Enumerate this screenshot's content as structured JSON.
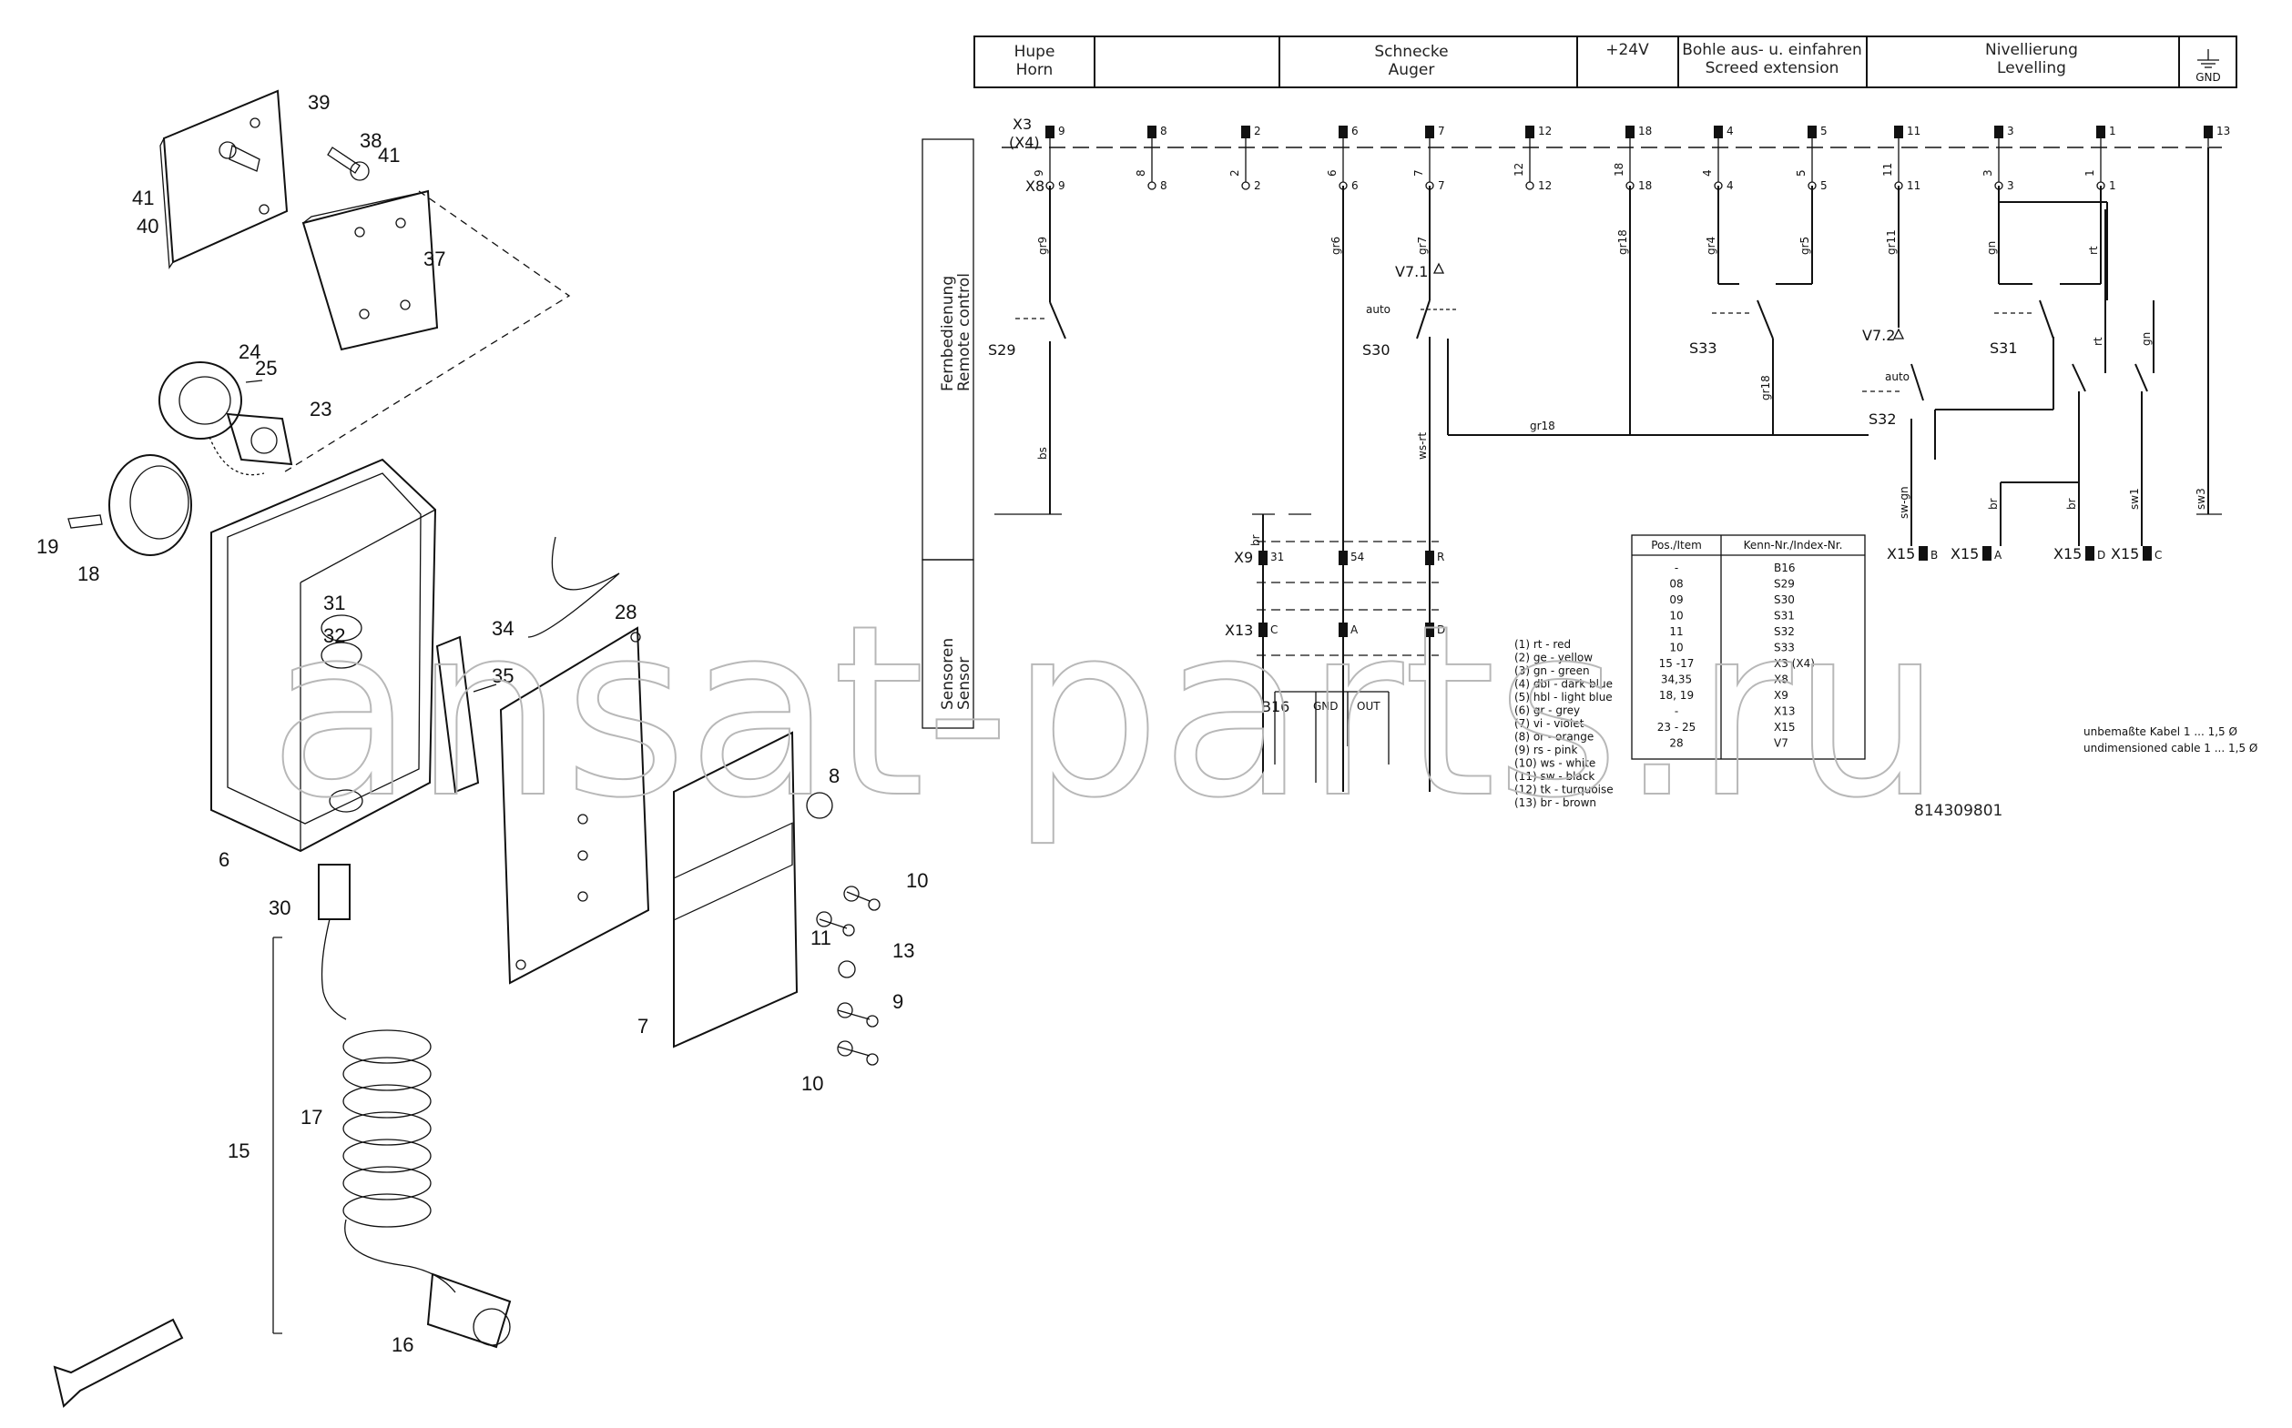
{
  "header": {
    "cells": [
      {
        "de": "Hupe",
        "en": "Horn"
      },
      {
        "de": "",
        "en": ""
      },
      {
        "de": "Schnecke",
        "en": "Auger"
      },
      {
        "de": "+24V",
        "en": ""
      },
      {
        "de": "Bohle aus- u. einfahren",
        "en": "Screed extension"
      },
      {
        "de": "Nivellierung",
        "en": "Levelling"
      },
      {
        "de": "",
        "en": "GND"
      }
    ]
  },
  "side_labels": {
    "remote": {
      "de": "Fernbedienung",
      "en": "Remote control"
    },
    "sensor": {
      "de": "Sensoren",
      "en": "Sensor"
    }
  },
  "connectors": {
    "x3": "X3",
    "x4": "(X4)",
    "x8": "X8",
    "x9": "X9",
    "x13": "X13",
    "x15": "X15",
    "x3_pins": [
      "9",
      "8",
      "2",
      "6",
      "7",
      "12",
      "18",
      "4",
      "5",
      "11",
      "3",
      "1",
      "13"
    ],
    "x8_pins": [
      "9",
      "8",
      "2",
      "6",
      "7",
      "12",
      "18",
      "4",
      "5",
      "11",
      "3",
      "1"
    ],
    "x9_pins": [
      "31",
      "54",
      "R"
    ],
    "x13_pins": [
      "C",
      "A",
      "D"
    ],
    "x15_pins": [
      "B",
      "A",
      "D",
      "C"
    ]
  },
  "components": {
    "s29": "S29",
    "s30": "S30",
    "s31": "S31",
    "s32": "S32",
    "s33": "S33",
    "v71": "V7.1",
    "v72": "V7.2",
    "b16": "B16",
    "auto": "auto",
    "gnd": "GND",
    "out": "OUT"
  },
  "wires": {
    "gr9": "gr9",
    "gr6": "gr6",
    "gr7": "gr7",
    "gr18": "gr18",
    "gr4": "gr4",
    "gr5": "gr5",
    "gr11": "gr11",
    "gn": "gn",
    "rt": "rt",
    "bs": "bs",
    "wsrt": "ws-rt",
    "br": "br",
    "swgn": "sw-gn",
    "sw1": "sw1",
    "sw3": "sw3"
  },
  "table": {
    "head": [
      "Pos./Item",
      "Kenn-Nr./Index-Nr."
    ],
    "rows": [
      [
        "-",
        "B16"
      ],
      [
        "08",
        "S29"
      ],
      [
        "09",
        "S30"
      ],
      [
        "10",
        "S31"
      ],
      [
        "11",
        "S32"
      ],
      [
        "10",
        "S33"
      ],
      [
        "15 -17",
        "X3 (X4)"
      ],
      [
        "34,35",
        "X8"
      ],
      [
        "18, 19",
        "X9"
      ],
      [
        "-",
        "X13"
      ],
      [
        "23 - 25",
        "X15"
      ],
      [
        "28",
        "V7"
      ]
    ]
  },
  "legend": [
    "(1)  rt  -  red",
    "(2)  ge  -  yellow",
    "(3)  gn  -  green",
    "(4)  dbl -  dark blue",
    "(5)  hbl -  light blue",
    "(6)  gr  -  grey",
    "(7)  vi  -  violet",
    "(8)  or  -  orange",
    "(9)  rs  -  pink",
    "(10) ws  -  white",
    "(11) sw  -  black",
    "(12) tk  -  turquoise",
    "(13) br  -  brown"
  ],
  "cable_note": {
    "de": "unbemaßte Kabel  1 ... 1,5 Ø",
    "en": "undimensioned cable  1 ... 1,5 Ø"
  },
  "drawing_number": "814309801",
  "watermark": "ansat-parts.ru",
  "part_numbers": [
    "39",
    "38",
    "41",
    "41",
    "40",
    "37",
    "24",
    "25",
    "23",
    "19",
    "18",
    "31",
    "32",
    "34",
    "35",
    "28",
    "6",
    "8",
    "30",
    "10",
    "11",
    "13",
    "9",
    "10",
    "7",
    "17",
    "15",
    "16"
  ]
}
